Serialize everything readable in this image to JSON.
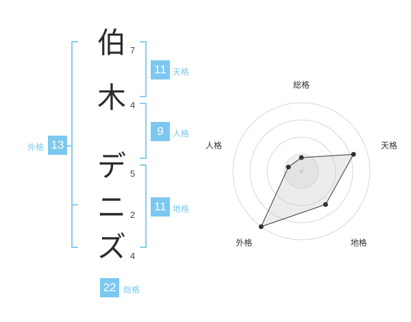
{
  "name": {
    "characters": [
      {
        "char": "伯",
        "strokes": "7"
      },
      {
        "char": "木",
        "strokes": "4"
      },
      {
        "char": "デ",
        "strokes": "5"
      },
      {
        "char": "ニ",
        "strokes": "2"
      },
      {
        "char": "ズ",
        "strokes": "4"
      }
    ]
  },
  "fortune": {
    "tenkaku": {
      "value": "11",
      "label": "天格"
    },
    "jinkaku": {
      "value": "9",
      "label": "人格"
    },
    "chikaku": {
      "value": "11",
      "label": "地格"
    },
    "gaikaku": {
      "value": "13",
      "label": "外格"
    },
    "soukaku": {
      "value": "22",
      "label": "総格"
    }
  },
  "chart_data": {
    "type": "radar",
    "axes": [
      "総格",
      "天格",
      "地格",
      "外格",
      "人格"
    ],
    "values": [
      1,
      4,
      3,
      5,
      1
    ],
    "max": 5,
    "rings": 4
  }
}
